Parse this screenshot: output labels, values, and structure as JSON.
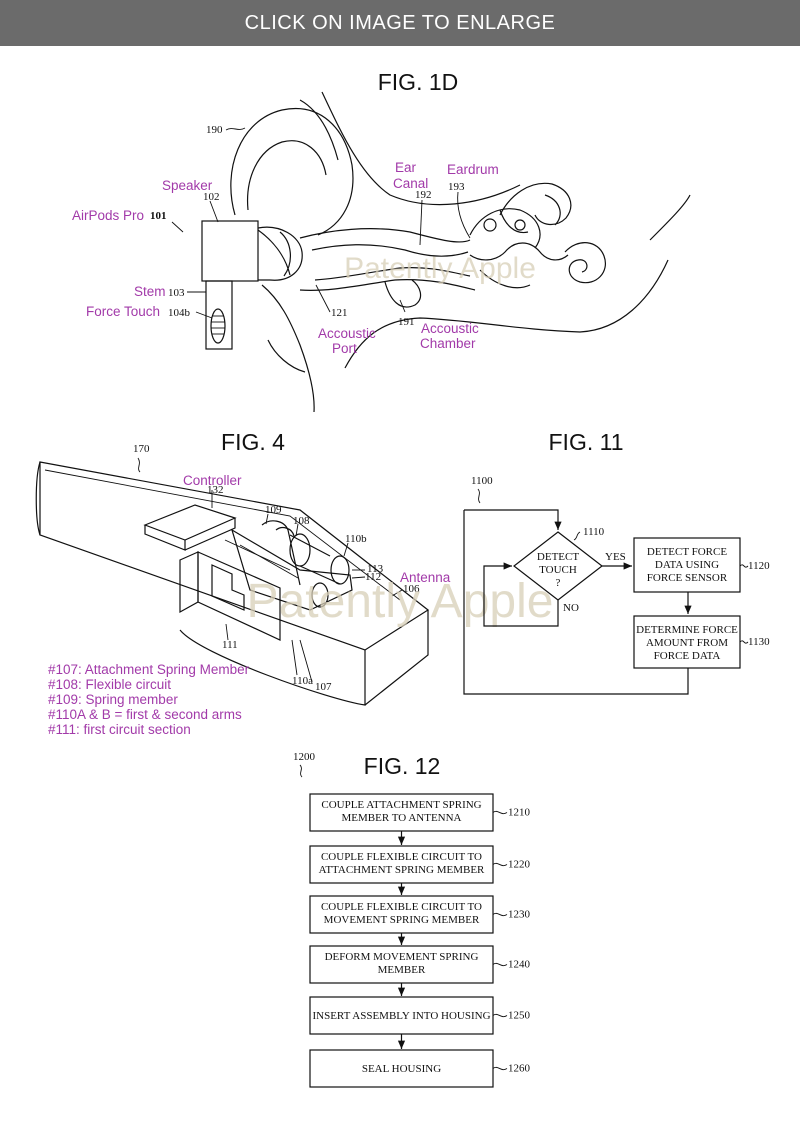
{
  "banner": {
    "text": "CLICK ON IMAGE TO ENLARGE"
  },
  "watermark": "Patently Apple",
  "fig1d": {
    "title": "FIG. 1D",
    "labels": {
      "airpods": "AirPods Pro",
      "speaker": "Speaker",
      "stem": "Stem",
      "force_touch": "Force Touch",
      "ear": "Ear",
      "canal": "Canal",
      "eardrum": "Eardrum",
      "port_1": "Accoustic",
      "port_2": "Port",
      "chamber_1": "Accoustic",
      "chamber_2": "Chamber"
    },
    "refs": {
      "r190": "190",
      "r101": "101",
      "r102": "102",
      "r103": "103",
      "r104b": "104b",
      "r192": "192",
      "r193": "193",
      "r121": "121",
      "r191": "191"
    }
  },
  "fig4": {
    "title": "FIG. 4",
    "labels": {
      "controller": "Controller",
      "antenna": "Antenna"
    },
    "refs": {
      "r170": "170",
      "r132": "132",
      "r109": "109",
      "r108": "108",
      "r110b": "110b",
      "r113": "113",
      "r112": "112",
      "r106": "106",
      "r111": "111",
      "r110a": "110a",
      "r107": "107"
    },
    "legend": [
      "#107: Attachment Spring Member",
      "#108: Flexible circuit",
      "#109: Spring member",
      "#110A & B = first & second arms",
      "#111: first circuit section"
    ]
  },
  "fig11": {
    "title": "FIG. 11",
    "ref": "1100",
    "decision": {
      "line1": "DETECT",
      "line2": "TOUCH",
      "line3": "?",
      "ref": "1110"
    },
    "yes": "YES",
    "no": "NO",
    "box1": {
      "line1": "DETECT FORCE",
      "line2": "DATA USING",
      "line3": "FORCE SENSOR",
      "ref": "1120"
    },
    "box2": {
      "line1": "DETERMINE FORCE",
      "line2": "AMOUNT FROM",
      "line3": "FORCE DATA",
      "ref": "1130"
    }
  },
  "fig12": {
    "title": "FIG. 12",
    "ref": "1200",
    "steps": [
      {
        "line1": "COUPLE ATTACHMENT SPRING",
        "line2": "MEMBER TO ANTENNA",
        "ref": "1210"
      },
      {
        "line1": "COUPLE FLEXIBLE CIRCUIT TO",
        "line2": "ATTACHMENT SPRING MEMBER",
        "ref": "1220"
      },
      {
        "line1": "COUPLE FLEXIBLE CIRCUIT TO",
        "line2": "MOVEMENT SPRING MEMBER",
        "ref": "1230"
      },
      {
        "line1": "DEFORM MOVEMENT SPRING",
        "line2": "MEMBER",
        "ref": "1240"
      },
      {
        "line1": "INSERT ASSEMBLY INTO HOUSING",
        "line2": "",
        "ref": "1250"
      },
      {
        "line1": "SEAL HOUSING",
        "line2": "",
        "ref": "1260"
      }
    ]
  }
}
